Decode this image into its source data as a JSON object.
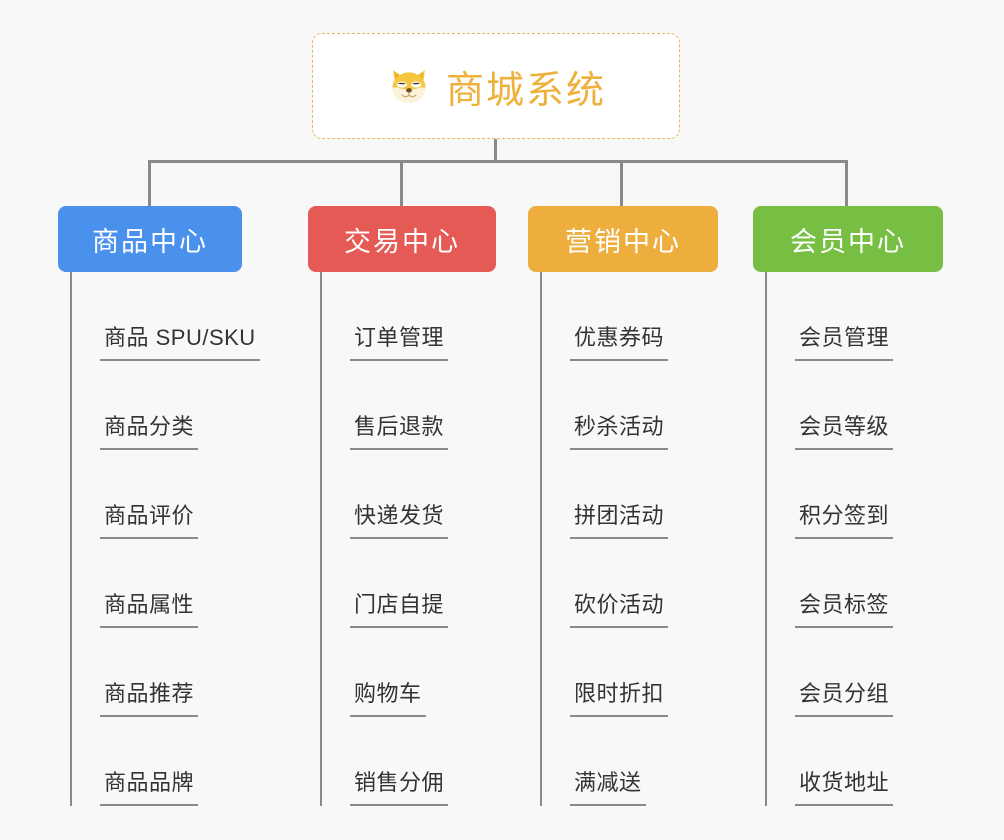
{
  "canvas": {
    "background": "#f8f8f8",
    "line_color": "#8a8a8a"
  },
  "root": {
    "title": "商城系统",
    "icon": "shiba-dog-icon",
    "icon_glyph": "🐕",
    "text_color": "#edb13c",
    "border_color": "#e8b75a",
    "background": "#ffffff"
  },
  "branches": [
    {
      "id": "b1",
      "label": "商品中心",
      "color": "#4a90ed",
      "items": [
        {
          "label": "商品 SPU/SKU"
        },
        {
          "label": "商品分类"
        },
        {
          "label": "商品评价"
        },
        {
          "label": "商品属性"
        },
        {
          "label": "商品推荐"
        },
        {
          "label": "商品品牌"
        }
      ]
    },
    {
      "id": "b2",
      "label": "交易中心",
      "color": "#e55a55",
      "items": [
        {
          "label": "订单管理"
        },
        {
          "label": "售后退款"
        },
        {
          "label": "快递发货"
        },
        {
          "label": "门店自提"
        },
        {
          "label": "购物车"
        },
        {
          "label": "销售分佣"
        }
      ]
    },
    {
      "id": "b3",
      "label": "营销中心",
      "color": "#edae3e",
      "items": [
        {
          "label": "优惠券码"
        },
        {
          "label": "秒杀活动"
        },
        {
          "label": "拼团活动"
        },
        {
          "label": "砍价活动"
        },
        {
          "label": "限时折扣"
        },
        {
          "label": "满减送"
        }
      ]
    },
    {
      "id": "b4",
      "label": "会员中心",
      "color": "#76bf43",
      "items": [
        {
          "label": "会员管理"
        },
        {
          "label": "会员等级"
        },
        {
          "label": "积分签到"
        },
        {
          "label": "会员标签"
        },
        {
          "label": "会员分组"
        },
        {
          "label": "收货地址"
        }
      ]
    }
  ]
}
